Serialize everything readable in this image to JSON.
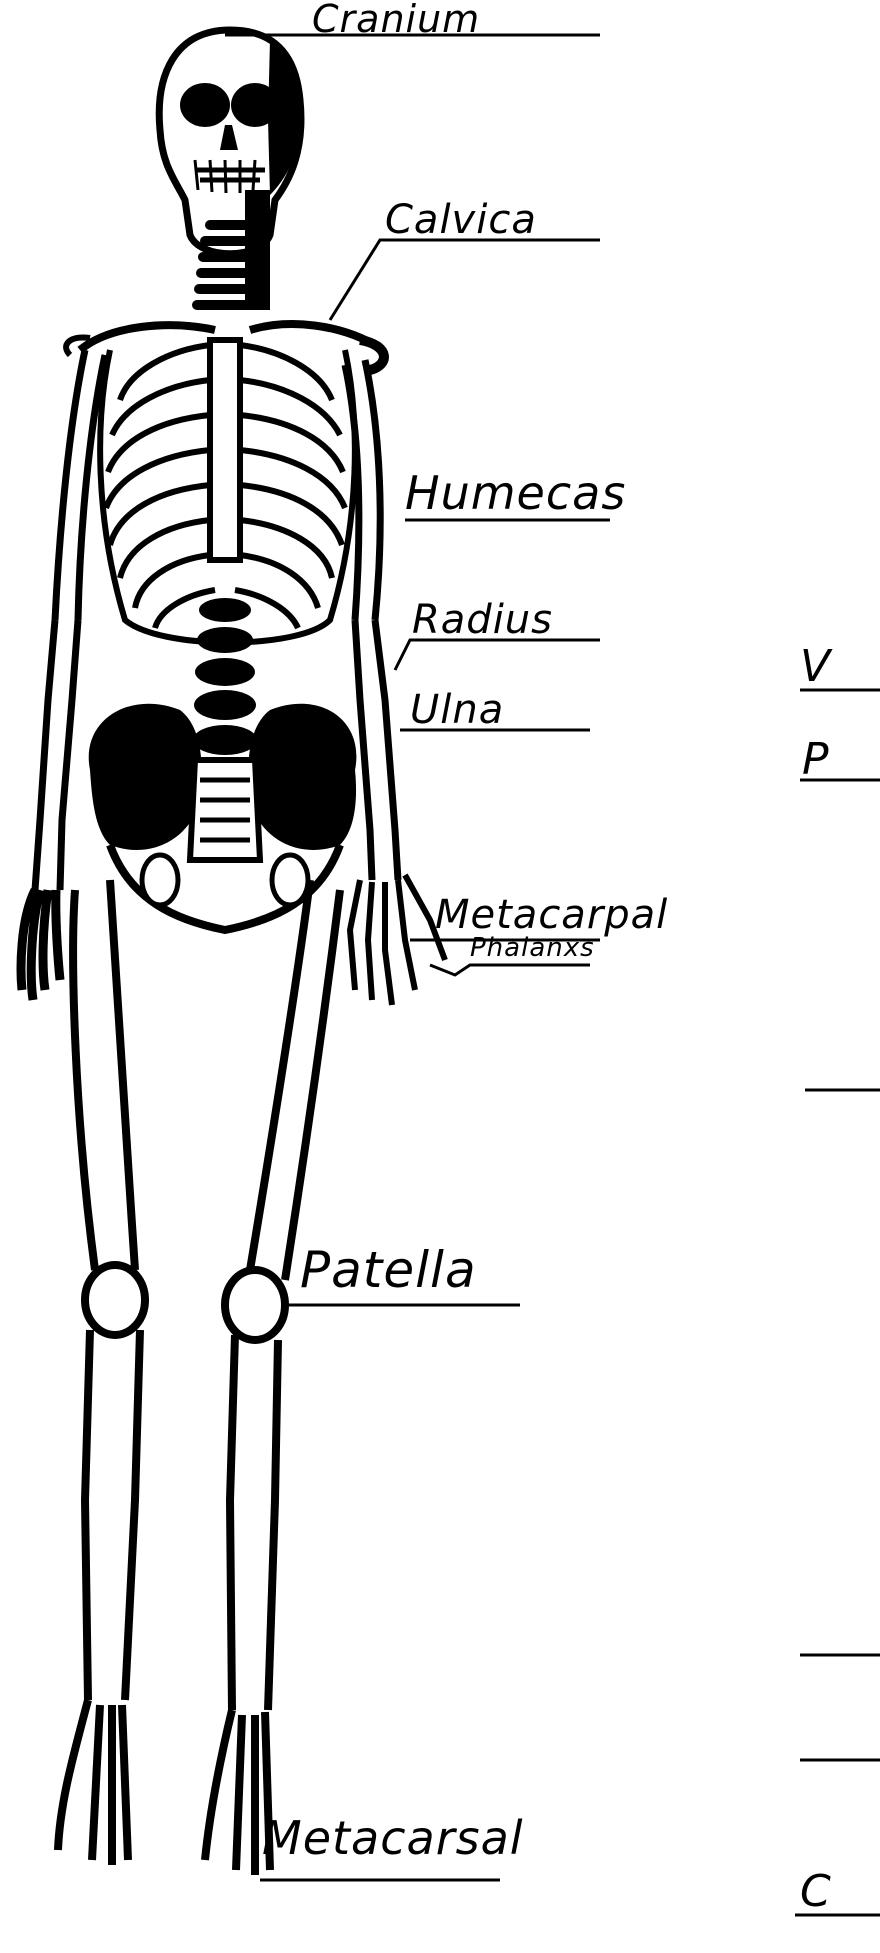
{
  "diagram": {
    "labels": {
      "cranium": "Cranium",
      "clavicle": "Calvica",
      "humerus": "Humecas",
      "radius": "Radius",
      "ulna": "Ulna",
      "metacarpal": "Metacarpal",
      "phalanges": "Phalanxs",
      "patella": "Patella",
      "metatarsal": "Metacarsal",
      "partial_right_top": "V",
      "partial_right_mid": "P",
      "partial_right_bottom": "C"
    }
  },
  "colors": {
    "ink": "#000000",
    "paper": "#ffffff"
  }
}
